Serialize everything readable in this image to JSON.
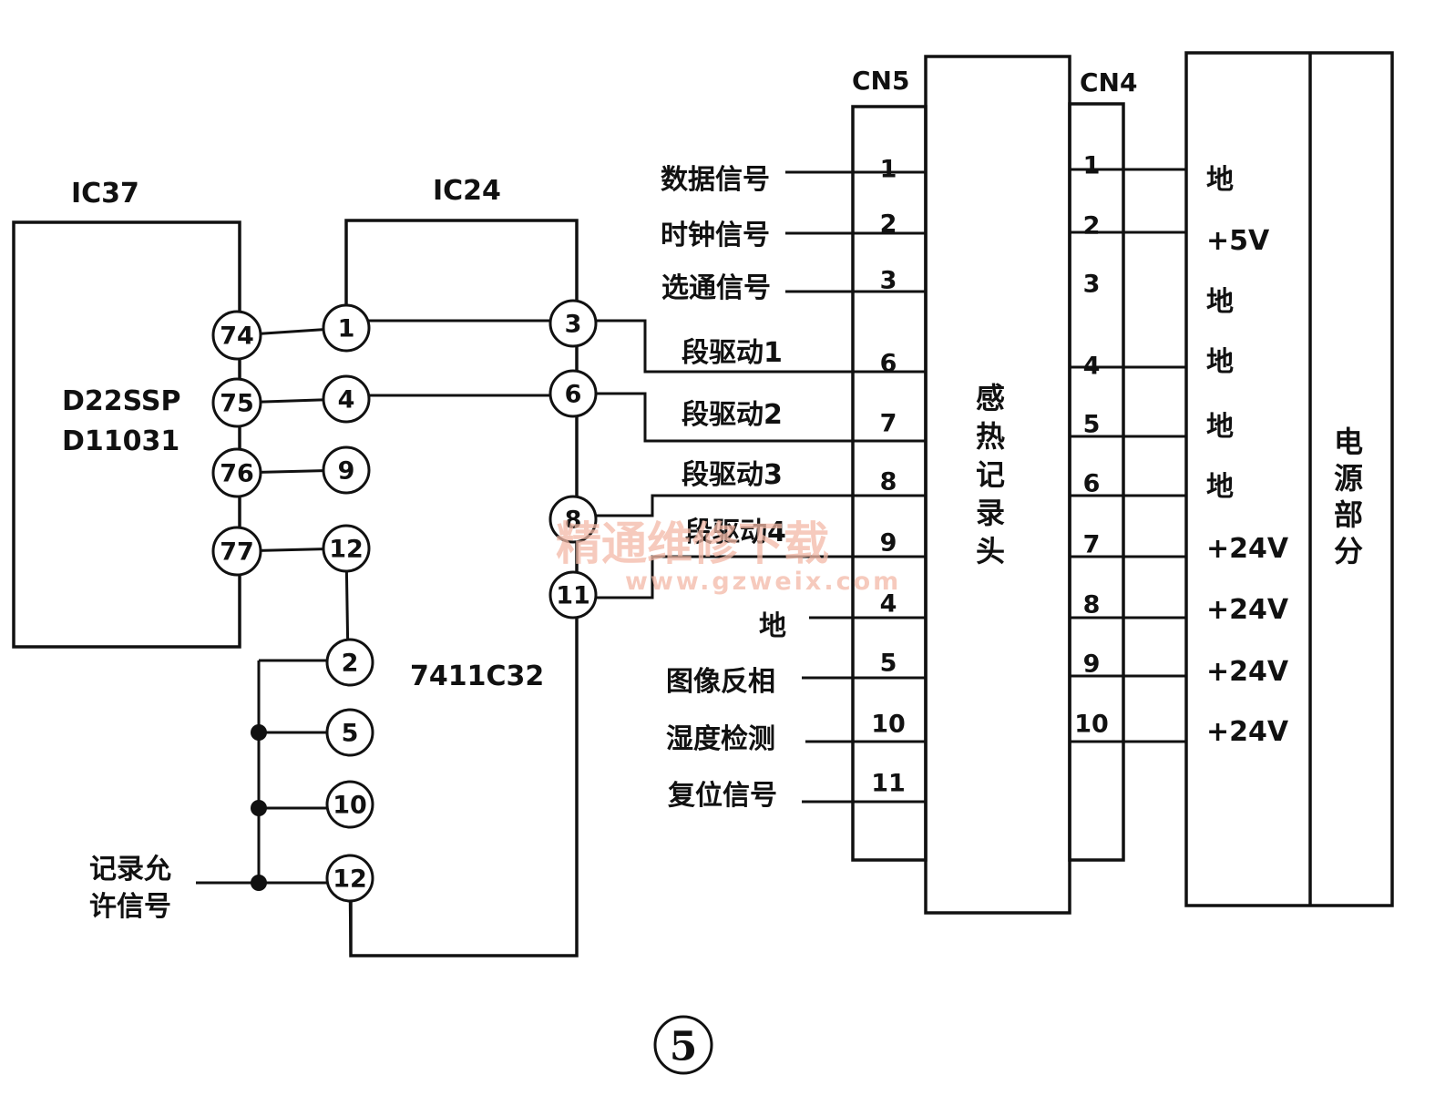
{
  "ic37": {
    "name": "IC37",
    "part_lines": [
      "D22SSP",
      "D11031"
    ],
    "pins": [
      "74",
      "75",
      "76",
      "77"
    ]
  },
  "ic24": {
    "name": "IC24",
    "part": "7411C32",
    "left_pins": [
      "1",
      "4",
      "9",
      "12",
      "2",
      "5",
      "10",
      "12"
    ],
    "right_pins": [
      "3",
      "6",
      "8",
      "11"
    ]
  },
  "enable_signal": [
    "记录允",
    "许信号"
  ],
  "cn5": {
    "name": "CN5",
    "pins": [
      "1",
      "2",
      "3",
      "6",
      "7",
      "8",
      "9",
      "4",
      "5",
      "10",
      "11"
    ],
    "signals": [
      "数据信号",
      "时钟信号",
      "选通信号",
      "段驱动1",
      "段驱动2",
      "段驱动3",
      "段驱动4",
      "地",
      "图像反相",
      "湿度检测",
      "复位信号"
    ]
  },
  "thermal_head": "感热记录头",
  "cn4": {
    "name": "CN4",
    "pins": [
      "1",
      "2",
      "3",
      "4",
      "5",
      "6",
      "7",
      "8",
      "9",
      "10"
    ],
    "signals": [
      "地",
      "+5V",
      "地",
      "地",
      "地",
      "地",
      "+24V",
      "+24V",
      "+24V",
      "+24V"
    ]
  },
  "power_unit": "电源部分",
  "figure_number": "⑤",
  "watermark": {
    "title": "精通维修下载",
    "url": "www.gzweix.com"
  }
}
